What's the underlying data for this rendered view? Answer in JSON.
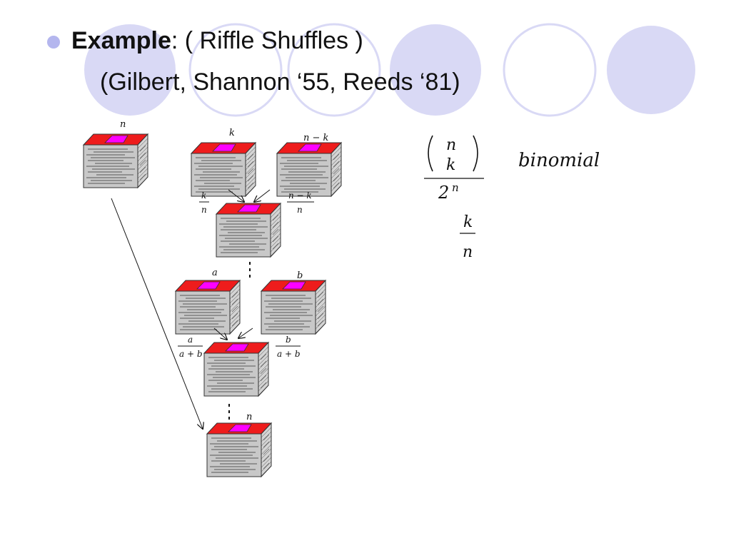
{
  "slide": {
    "bullet_label": "Example",
    "title_rest": ": ( Riffle Shuffles )",
    "subtitle": "(Gilbert, Shannon ‘55, Reeds ‘81)"
  },
  "colors": {
    "decor_circle": "#d9d9f5",
    "bullet": "#b4b6ee",
    "deck_top": "#ee1c1c",
    "deck_card": "#ff00ff",
    "deck_side": "#c0c0c0"
  },
  "diagram": {
    "full_deck_label": "n",
    "left_pile_label": "k",
    "right_pile_label": "n − k",
    "left_prob": {
      "num": "k",
      "den": "n"
    },
    "right_prob": {
      "num": "n − k",
      "den": "n"
    },
    "pile_a_label": "a",
    "pile_b_label": "b",
    "a_prob": {
      "num": "a",
      "den": "a + b"
    },
    "b_prob": {
      "num": "b",
      "den": "a + b"
    },
    "final_label": "n"
  },
  "formulas": {
    "binom_top": "n",
    "binom_bottom": "k",
    "binom_den": "2",
    "binom_exp": "n",
    "binomial_word": "binomial",
    "frac_num": "k",
    "frac_den": "n"
  }
}
